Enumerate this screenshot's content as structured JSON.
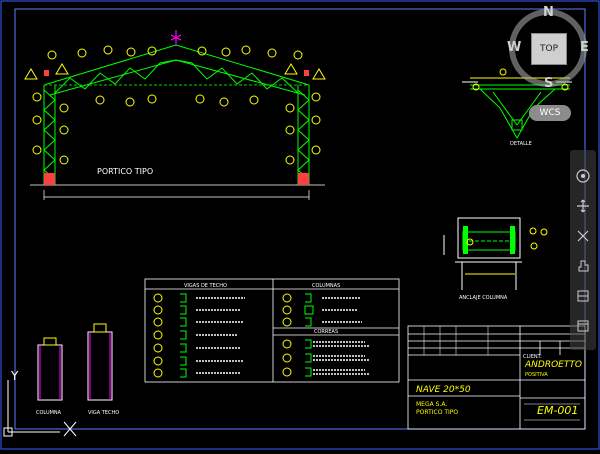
{
  "drawing": {
    "portico_label": "PORTICO TIPO",
    "detalle_label": "DETALLE",
    "anclaje_label": "ANCLAJE COLUMNA",
    "columna_label": "COLUMNA",
    "viga_label": "VIGA TECHO"
  },
  "legend": {
    "header_left": "VIGAS DE TECHO",
    "header_right": "COLUMNAS",
    "subheader_right": "CORREAS"
  },
  "title_block": {
    "client_label": "CLIENT:",
    "client_value": "ANDROETTO",
    "client_sub": "POSITIVA",
    "project": "NAVE 20*50",
    "company": "MEGA S.A.",
    "content": "PORTICO TIPO",
    "drawing_number": "EM-001"
  },
  "viewcube": {
    "top": "TOP",
    "north": "N",
    "south": "S",
    "east": "E",
    "west": "W",
    "wcs": "WCS"
  },
  "ucs": {
    "y_label": "Y"
  },
  "colors": {
    "background": "#000000",
    "structure": "#00ff00",
    "dimension": "#ffff00",
    "text": "#ffffff",
    "border": "#3b5bff",
    "accent": "#ff00ff",
    "anchor": "#ff4040",
    "title_text": "#ffff00"
  },
  "icons": [
    "compass-ring-icon",
    "pan-icon",
    "zoom-icon",
    "orbit-icon",
    "showmotion-icon"
  ]
}
